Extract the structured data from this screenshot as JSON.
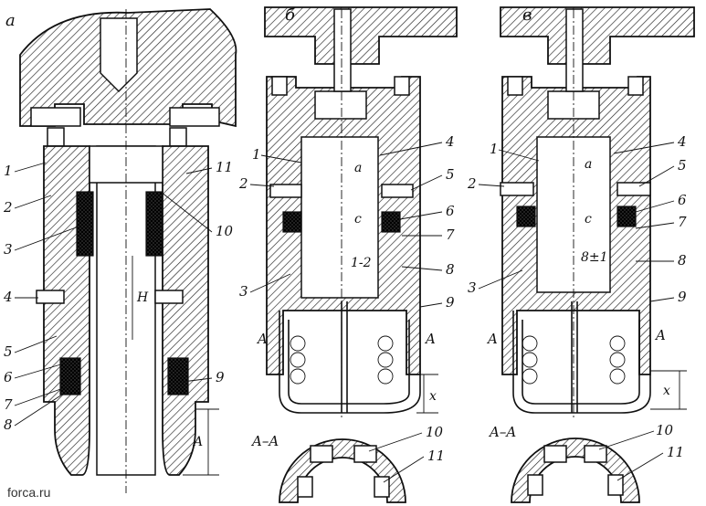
{
  "panels": {
    "a": "а",
    "b": "б",
    "c": "в"
  },
  "panel_a": {
    "callouts": [
      "1",
      "2",
      "3",
      "4",
      "5",
      "6",
      "7",
      "8",
      "9",
      "10",
      "11"
    ],
    "dimensions": {
      "h": "H",
      "a": "A"
    }
  },
  "panel_b": {
    "callouts": [
      "1",
      "2",
      "3",
      "4",
      "5",
      "6",
      "7",
      "8",
      "9"
    ],
    "dimensions": {
      "a": "a",
      "c": "c",
      "range": "1-2",
      "x": "x"
    },
    "section_marks": [
      "A",
      "A"
    ],
    "section_title": "A–A",
    "section_callouts": [
      "10",
      "11"
    ]
  },
  "panel_c": {
    "callouts": [
      "1",
      "2",
      "3",
      "4",
      "5",
      "6",
      "7",
      "8",
      "9"
    ],
    "dimensions": {
      "a": "a",
      "c": "c",
      "range": "8±1",
      "x": "x"
    },
    "section_marks": [
      "A",
      "A"
    ],
    "section_title": "A–A",
    "section_callouts": [
      "10",
      "11"
    ]
  },
  "watermark": "forca.ru"
}
